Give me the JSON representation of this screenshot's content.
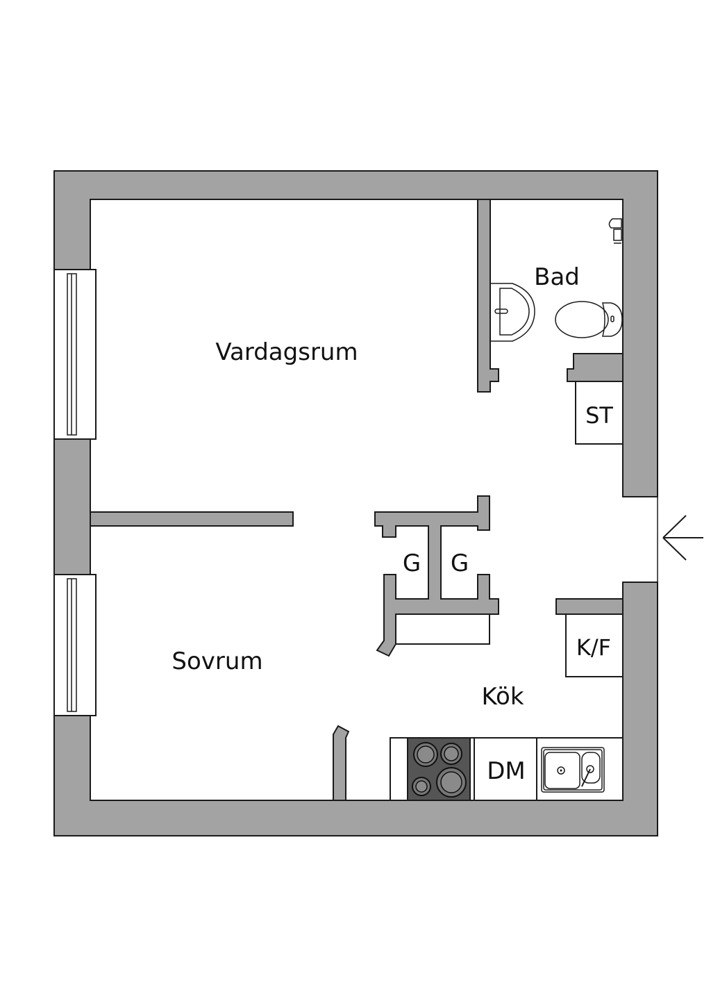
{
  "plan": {
    "rooms": {
      "living_room": "Vardagsrum",
      "bedroom": "Sovrum",
      "bathroom": "Bad",
      "kitchen": "Kök"
    },
    "fixtures": {
      "storage": "ST",
      "fridge_freezer": "K/F",
      "dishwasher": "DM",
      "closet_left": "G",
      "closet_right": "G"
    },
    "entrance": {
      "icon": "arrow-left-icon"
    },
    "colors": {
      "wall": "#a3a3a3",
      "outline": "#1a1a1a",
      "stove": "#555555",
      "background": "#ffffff"
    }
  }
}
